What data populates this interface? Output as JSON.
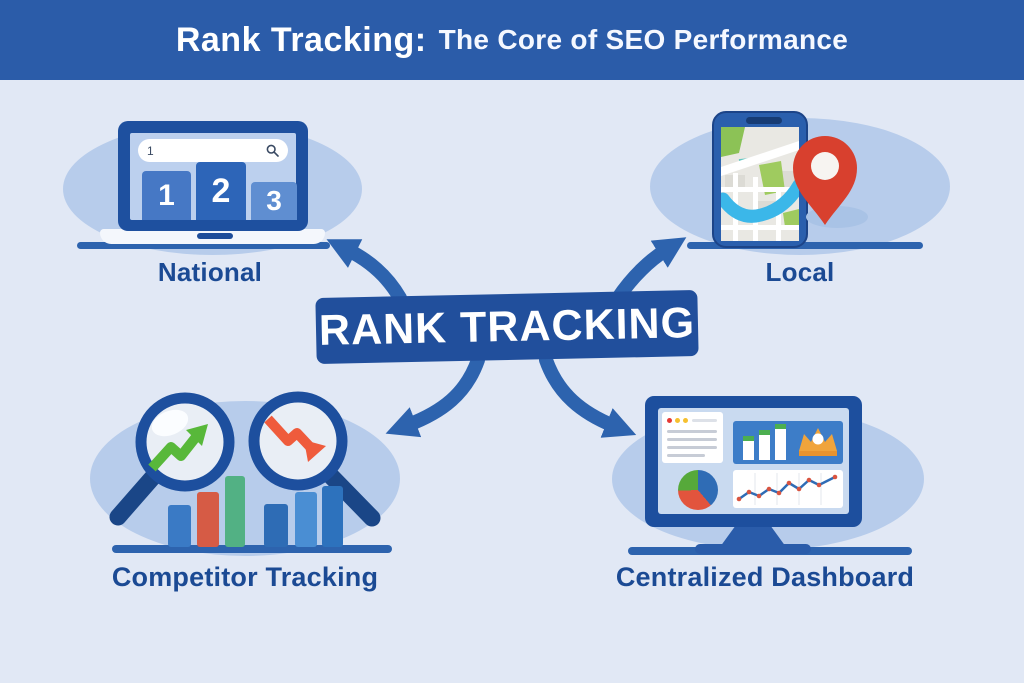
{
  "header": {
    "title_primary": "Rank Tracking:",
    "title_secondary": "The Core of SEO Performance"
  },
  "center_banner": {
    "label": "RANK TRACKING"
  },
  "nodes": {
    "national": {
      "label": "National",
      "illustration": "laptop-with-search-results",
      "search_value": "1",
      "rank_boxes": [
        "1",
        "2",
        "3"
      ]
    },
    "local": {
      "label": "Local",
      "illustration": "phone-map-with-location-pin"
    },
    "competitor": {
      "label": "Competitor Tracking",
      "illustration": "magnifiers-over-bar-chart"
    },
    "dashboard": {
      "label": "Centralized Dashboard",
      "illustration": "monitor-analytics-dashboard"
    }
  },
  "icons": {
    "search": "magnifier-icon",
    "location": "map-pin-icon",
    "trend_up": "green-zigzag-up-arrow",
    "trend_down": "orange-zigzag-down-arrow",
    "crown": "crown-icon"
  },
  "colors": {
    "header_bg": "#2b5ca9",
    "background": "#e1e8f5",
    "blob": "#b7cceb",
    "banner_bg": "#214f9c",
    "arrow_blue": "#2d63ae",
    "label_text": "#1b4a94",
    "navy_frame": "#1e509f",
    "pin_red": "#d8402e",
    "trend_up_green": "#58b83a",
    "trend_down_orange": "#ef5b3c",
    "crown_gold": "#f0a43c"
  }
}
